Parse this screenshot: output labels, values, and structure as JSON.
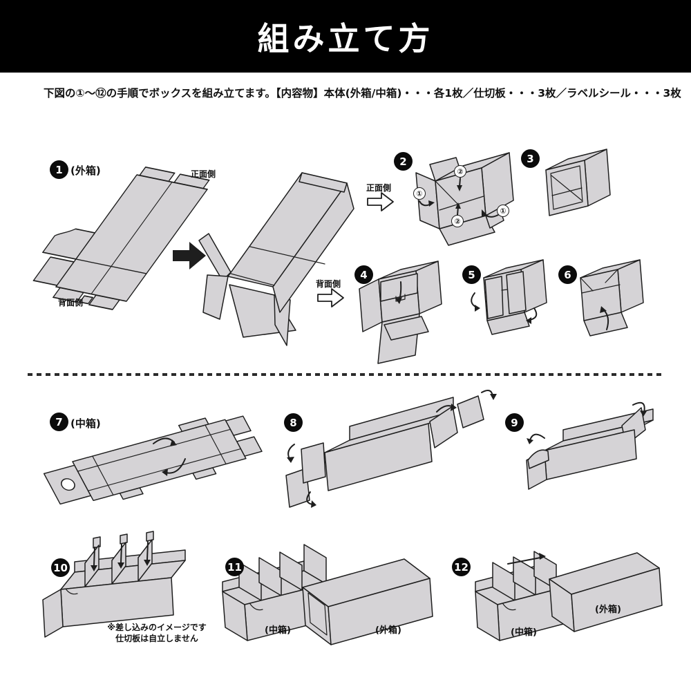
{
  "header": {
    "title": "組み立て方"
  },
  "intro": {
    "text": "下図の①〜⑫の手順でボックスを組み立てます。【内容物】本体(外箱/中箱)・・・各1枚／仕切板・・・3枚／ラベルシール・・・3枚"
  },
  "labels": {
    "front_side": "正面側",
    "back_side": "背面側",
    "outer_box": "(外箱)",
    "inner_box": "(中箱)"
  },
  "fold_marks": {
    "one": "①",
    "two": "②"
  },
  "note": {
    "line1": "※差し込みのイメージです",
    "line2": "仕切板は自立しません"
  },
  "steps": [
    {
      "num": "1"
    },
    {
      "num": "2"
    },
    {
      "num": "3"
    },
    {
      "num": "4"
    },
    {
      "num": "5"
    },
    {
      "num": "6"
    },
    {
      "num": "7"
    },
    {
      "num": "8"
    },
    {
      "num": "9"
    },
    {
      "num": "10"
    },
    {
      "num": "11"
    },
    {
      "num": "12"
    }
  ],
  "colors": {
    "header_bg": "#000000",
    "header_fg": "#ffffff",
    "paper": "#ffffff",
    "cardboard": "#d5d3d6",
    "line": "#1e1e1e",
    "badge_bg": "#0b0b0b",
    "badge_fg": "#ffffff",
    "text": "#111111"
  }
}
